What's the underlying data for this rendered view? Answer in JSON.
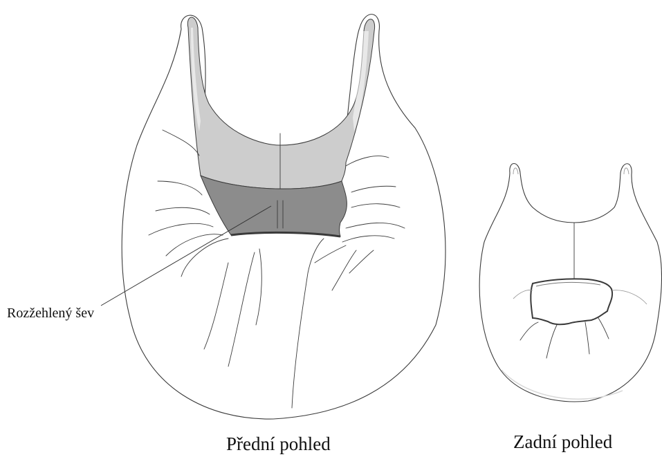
{
  "labels": {
    "seam": "Rozžehlený šev",
    "front": "Přední pohled",
    "back": "Zadní pohled"
  },
  "colors": {
    "upper_panel": "#cdcdcd",
    "lower_panel": "#8c8c8c",
    "outline": "#3a3a3a",
    "background": "#ffffff"
  }
}
